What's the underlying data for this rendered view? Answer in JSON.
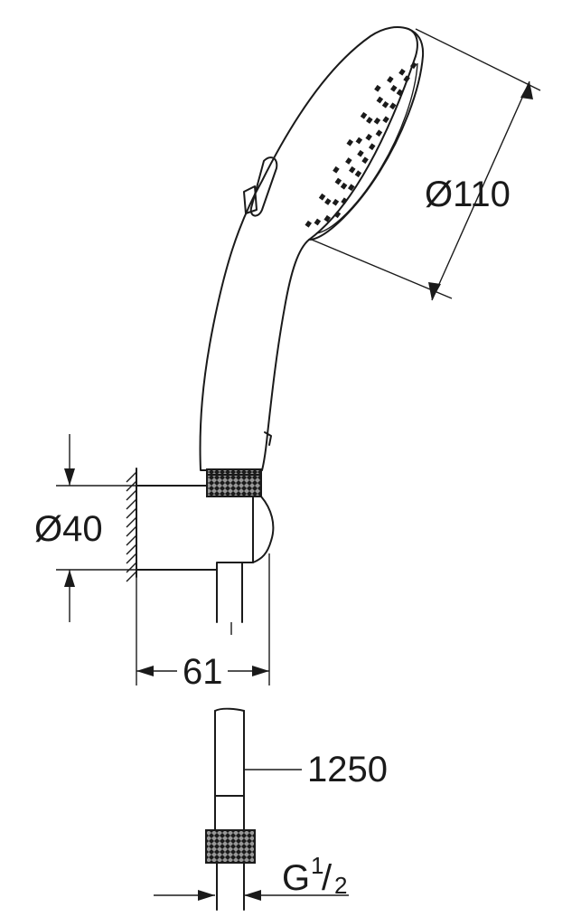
{
  "dimensions": {
    "head_diameter": "Ø110",
    "holder_diameter": "Ø40",
    "holder_depth": "61",
    "hose_length": "1250",
    "thread_main": "G",
    "thread_num": "1",
    "thread_den": "2"
  },
  "colors": {
    "line": "#1a1a1a",
    "background": "#ffffff"
  }
}
